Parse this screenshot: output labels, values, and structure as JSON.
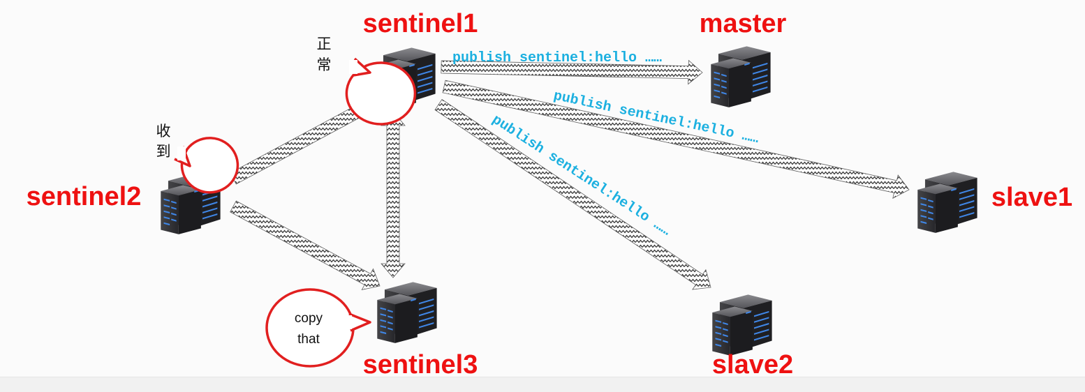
{
  "colors": {
    "label": "#ee1111",
    "message": "#1cb0e0",
    "bubble_border": "#e11f1f",
    "arrow_stroke": "#2b2b2b",
    "arrow_fill": "#ffffff",
    "server_dark": "#2f2f31",
    "server_light": "#6a6a6e",
    "server_led": "#3f86e6"
  },
  "nodes": {
    "sentinel1": {
      "label": "sentinel1",
      "icon": "server-rack-icon"
    },
    "sentinel2": {
      "label": "sentinel2",
      "icon": "server-rack-icon"
    },
    "sentinel3": {
      "label": "sentinel3",
      "icon": "server-rack-icon"
    },
    "master": {
      "label": "master",
      "icon": "server-rack-icon"
    },
    "slave1": {
      "label": "slave1",
      "icon": "server-rack-icon"
    },
    "slave2": {
      "label": "slave2",
      "icon": "server-rack-icon"
    }
  },
  "messages": {
    "to_master": "publish sentinel:hello ……",
    "to_slave1": "publish sentinel:hello ……",
    "to_slave2": "publish sentinel:hello ……"
  },
  "bubbles": {
    "sentinel1": {
      "line1": "正",
      "line2": "常"
    },
    "sentinel2": {
      "line1": "收",
      "line2": "到"
    },
    "sentinel3": {
      "line1": "copy",
      "line2": "that"
    }
  }
}
